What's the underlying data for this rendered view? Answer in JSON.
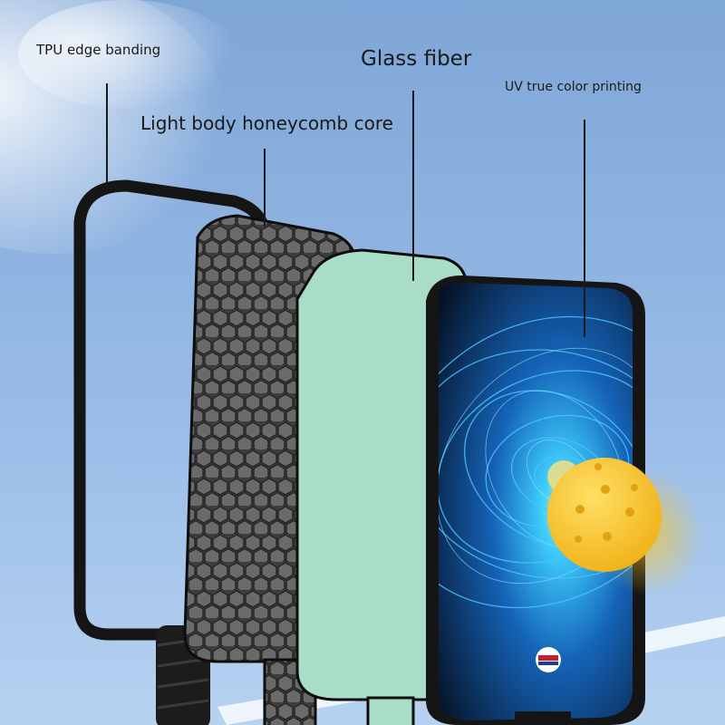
{
  "labels": {
    "tpu": "TPU edge banding",
    "glass": "Glass fiber",
    "core": "Light body honeycomb core",
    "uv": "UV true color printing"
  },
  "colors": {
    "sky_top": "#7fa7d8",
    "sky_bottom": "#a9c8ee",
    "edge_band": "#151515",
    "honeycomb_fill": "#5a5a5a",
    "glass_fiber": "#a9ddc6",
    "print_blue": "#29a7ff",
    "ball": "#f6c629"
  },
  "icons": {
    "logo": "usa-pickleball-logo",
    "ball": "pickleball-ball-icon"
  }
}
